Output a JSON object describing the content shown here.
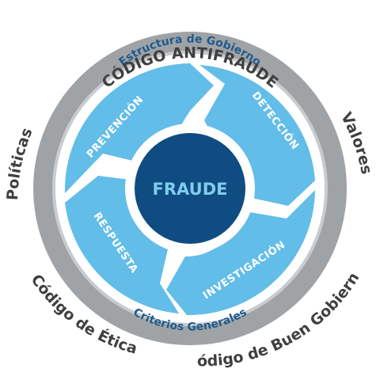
{
  "outer_labels": {
    "top": "CÓDIGO ANTIFRAUDE",
    "left": "Políticas",
    "right": "Valores",
    "bottom_left": "Código de Ética",
    "bottom_right": "Código de Buen Gobierno"
  },
  "band_labels": {
    "top": "Estructura de Gobierno",
    "bottom": "Criterios Generales"
  },
  "cycle": {
    "center": "FRAUDE",
    "segments": [
      "PREVENCIÓN",
      "DETECCIÓN",
      "INVESTIGACIÓN",
      "RESPUESTA"
    ]
  },
  "colors": {
    "ring_gray": "#9fa3a6",
    "inner_white": "#ffffff",
    "segment_blue": "#62bde8",
    "center_navy": "#0f4c81",
    "center_text": "#7fcdee",
    "band_text": "#1f5a8c",
    "outer_text": "#3f3f3f"
  }
}
